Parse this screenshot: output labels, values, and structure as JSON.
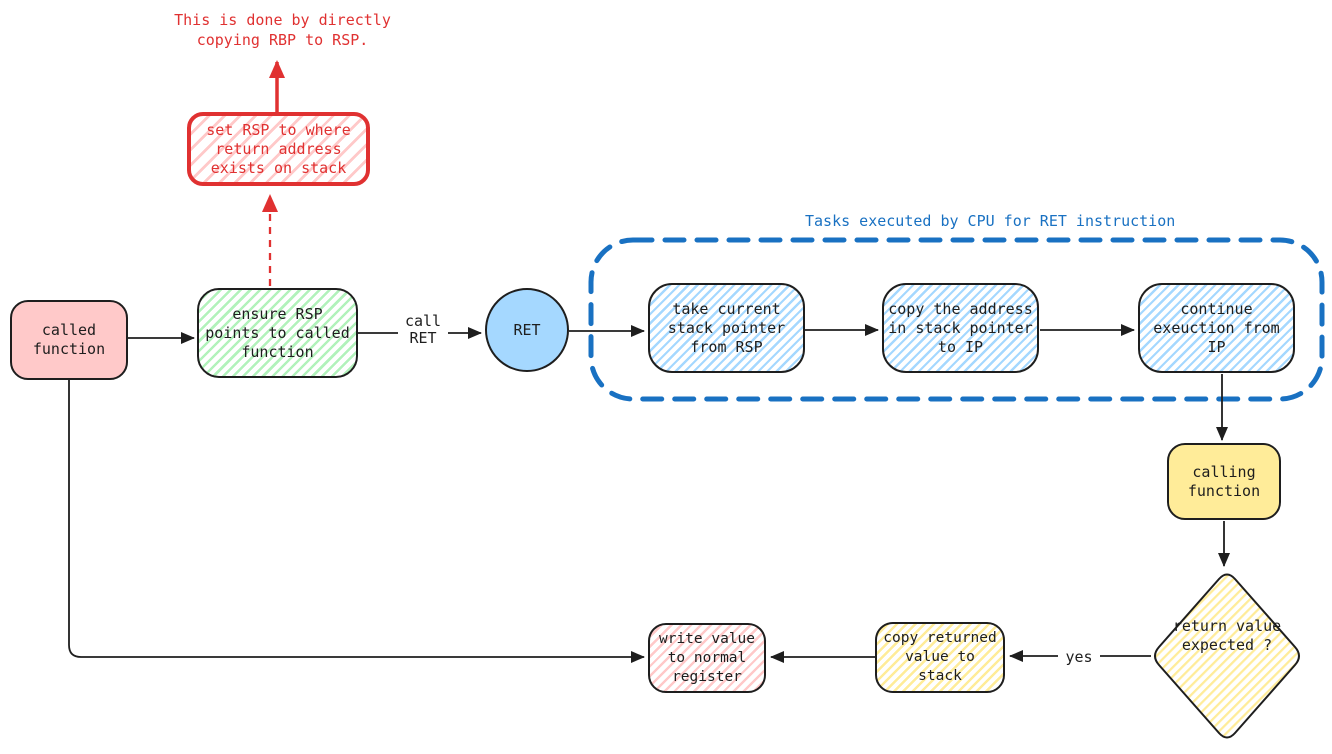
{
  "annotation": {
    "lines": [
      "This is done by directly",
      "copying RBP to RSP."
    ]
  },
  "red_box": {
    "lines": [
      "set RSP to where",
      "return address",
      "exists on stack"
    ]
  },
  "container_title": "Tasks executed by CPU for RET instruction",
  "nodes": {
    "called_function": {
      "lines": [
        "called",
        "function"
      ]
    },
    "ensure_rsp": {
      "lines": [
        "ensure RSP",
        "points to called",
        "function"
      ]
    },
    "ret": {
      "label": "RET"
    },
    "take_current": {
      "lines": [
        "take current",
        "stack pointer",
        "from RSP"
      ]
    },
    "copy_address": {
      "lines": [
        "copy the address",
        "in stack pointer",
        "to IP"
      ]
    },
    "continue_execution": {
      "lines": [
        "continue",
        "exeuction from",
        "IP"
      ]
    },
    "calling_function": {
      "lines": [
        "calling",
        "function"
      ]
    },
    "return_value_decision": {
      "lines": [
        "return",
        "value",
        "expected",
        "?"
      ]
    },
    "copy_returned": {
      "lines": [
        "copy returned",
        "value to",
        "stack"
      ]
    },
    "write_value": {
      "lines": [
        "write value",
        "to normal",
        "register"
      ]
    }
  },
  "edge_labels": {
    "call_ret": {
      "lines": [
        "call",
        "RET"
      ]
    },
    "yes": "yes"
  },
  "colors": {
    "red": "#e03131",
    "pink_fill": "#ffc9c9",
    "green_fill": "#b2f2bb",
    "blue_stroke": "#1971c2",
    "blue_fill": "#a5d8ff",
    "yellow_fill": "#ffec99",
    "stroke_dark": "#1e1e1e"
  }
}
